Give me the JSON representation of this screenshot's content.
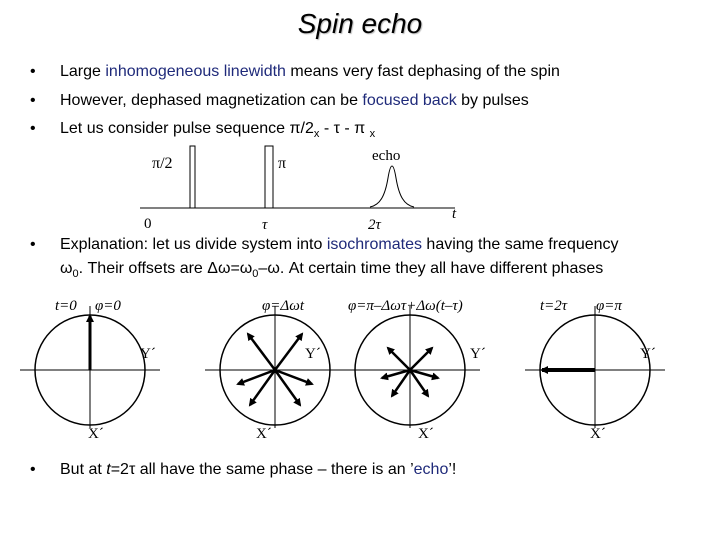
{
  "title": "Spin echo",
  "bullets": [
    {
      "pre": "Large ",
      "hl": "inhomogeneous linewidth",
      "post": " means very fast dephasing of the spin"
    },
    {
      "pre": "However, dephased magnetization can be ",
      "hl": "focused back",
      "post": " by pulses"
    },
    {
      "pre": "Let us consider pulse sequence π/2",
      "sub1": "x",
      "mid": " - τ - π ",
      "sub2": "x"
    }
  ],
  "pulse": {
    "pi2": "π/2",
    "pi": "π",
    "echo": "echo",
    "t": "t",
    "zero": "0",
    "tau": "τ",
    "twotau": "2τ"
  },
  "explanation": {
    "line1_pre": "Explanation: let us divide system into ",
    "line1_hl": "isochromates",
    "line1_post": " having the same frequency",
    "line2_a": "ω",
    "line2_sub": "0",
    "line2_b": ". Their offsets are Δω=ω",
    "line2_sub2": "0",
    "line2_c": "–ω. At certain time they all have different phases"
  },
  "phase_labels": {
    "t0": "t=0",
    "phi0": "φ=0",
    "phi_dwt": "φ=Δωt",
    "phi_mid": "φ=π–Δωτ+Δω(t–τ)",
    "t2tau": "t=2τ",
    "phipi": "φ=π"
  },
  "axes": {
    "y": "Y´",
    "x": "X´"
  },
  "final": {
    "pre": "But at ",
    "t": "t",
    "mid": "=2τ all have the same phase – there is an ’",
    "hl": "echo",
    "post": "’!"
  }
}
